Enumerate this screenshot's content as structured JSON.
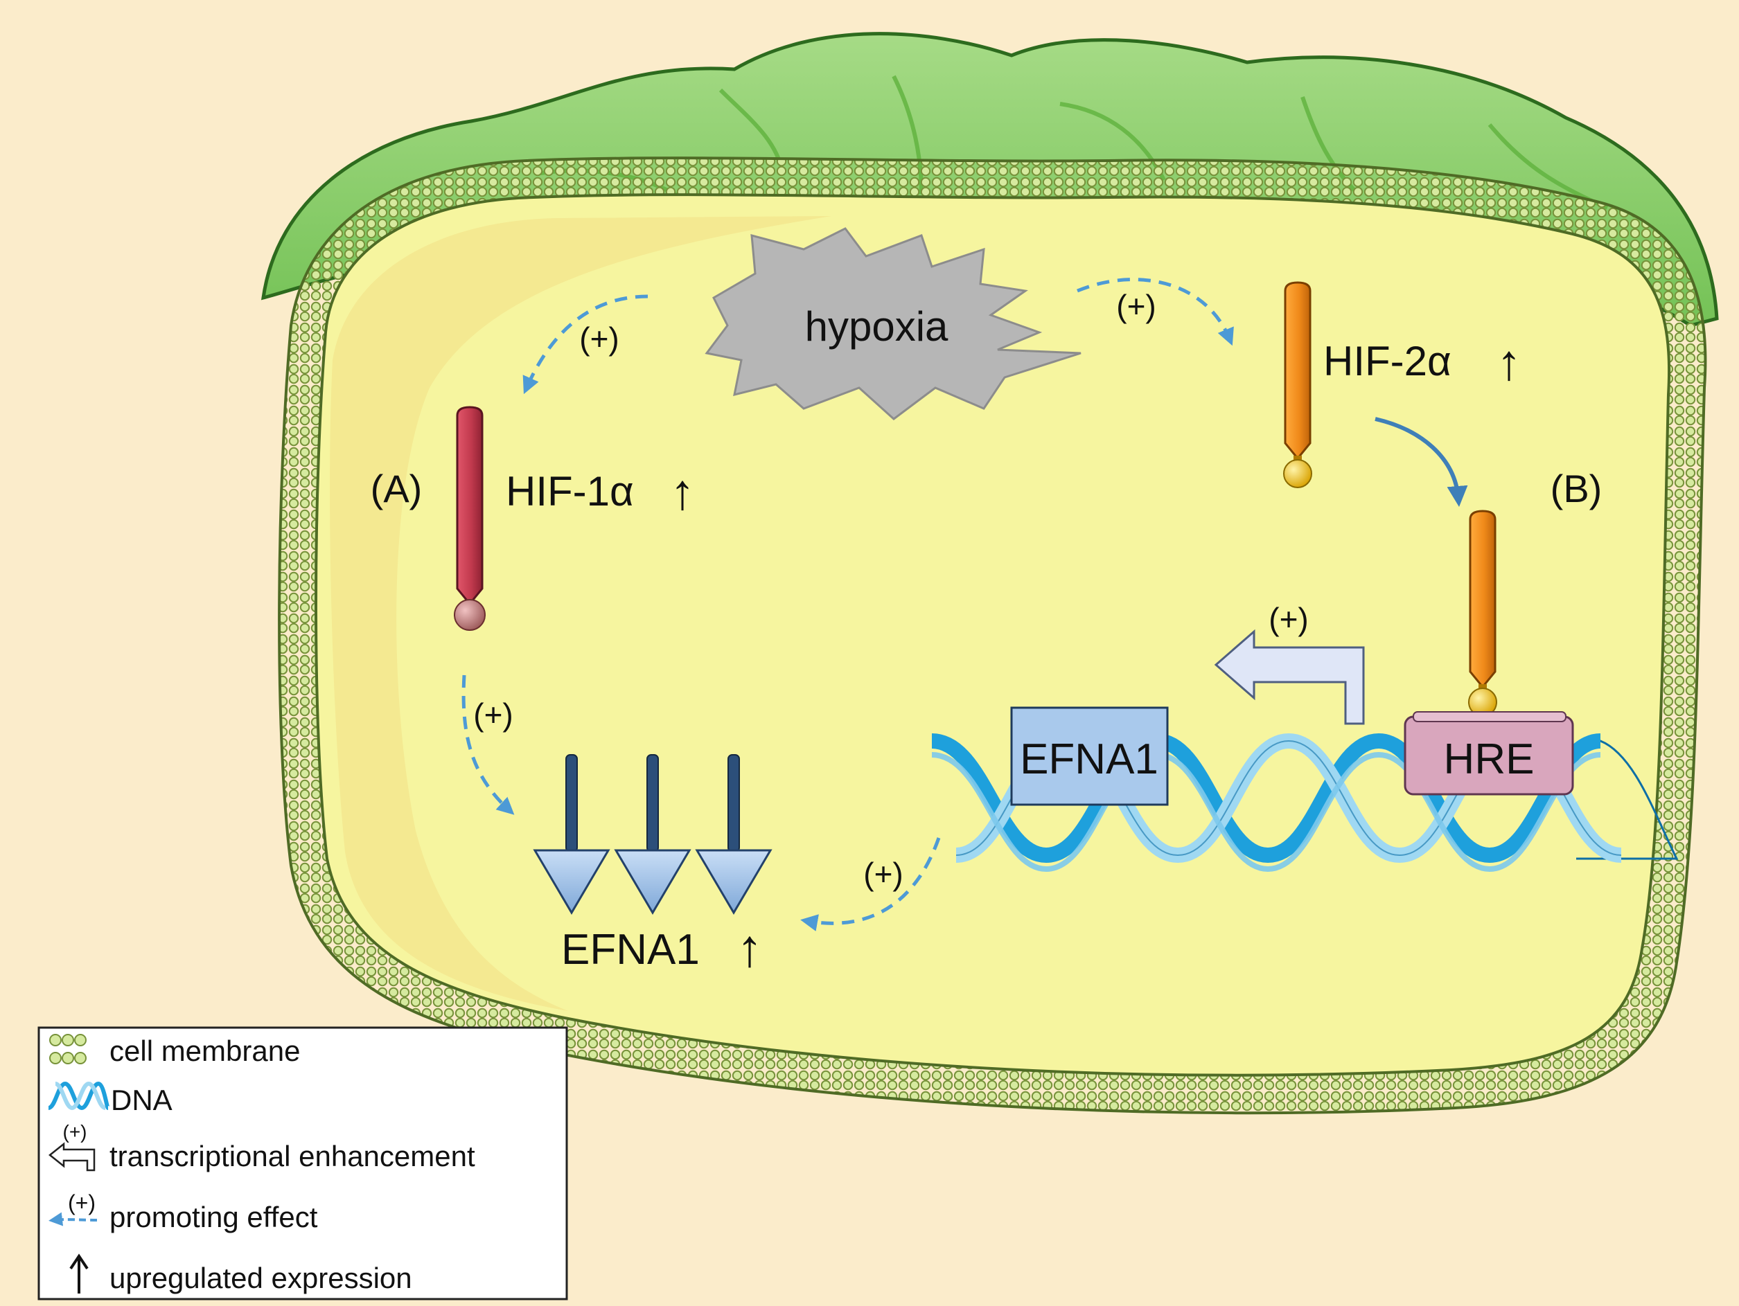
{
  "diagram": {
    "stimulus": "hypoxia",
    "panels": {
      "a": "(A)",
      "b": "(B)"
    },
    "hif1": {
      "label": "HIF-1α",
      "trend": "↑",
      "color": "#c23a4e"
    },
    "hif2": {
      "label": "HIF-2α",
      "trend": "↑",
      "color": "#f08a1a"
    },
    "dna": {
      "gene": "EFNA1",
      "element": "HRE"
    },
    "outcome": {
      "label": "EFNA1",
      "trend": "↑"
    },
    "plus_sign": "(+)"
  },
  "legend": {
    "items": [
      {
        "icon": "cell-membrane-icon",
        "label": "cell membrane"
      },
      {
        "icon": "dna-icon",
        "label": "DNA"
      },
      {
        "icon": "transcriptional-arrow-icon",
        "icon_text": "(+)",
        "label": "transcriptional enhancement"
      },
      {
        "icon": "promoting-arrow-icon",
        "icon_text": "(+)",
        "label": "promoting effect"
      },
      {
        "icon": "up-arrow-icon",
        "label": "upregulated expression"
      }
    ]
  },
  "colors": {
    "background": "#fbeccb",
    "cytoplasm": "#f6f59f",
    "membrane": "#c7df96",
    "tissue": "#8fd16d",
    "dashed_arrow": "#4d9ad6",
    "dna_dark": "#1ea0dc",
    "dna_light": "#9fd8f2"
  }
}
